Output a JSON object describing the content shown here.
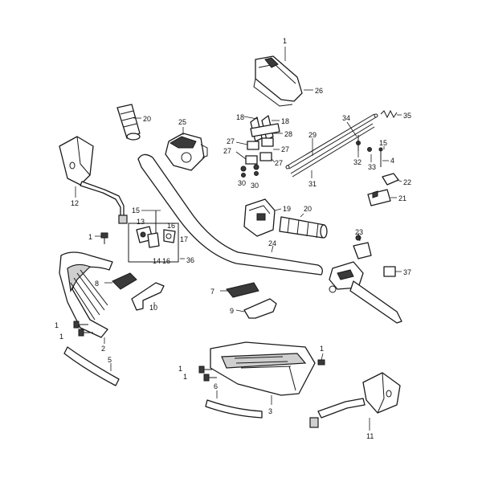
{
  "labels": {
    "l1_top": "1",
    "l26": "26",
    "l20_top": "20",
    "l25": "25",
    "l18a": "18",
    "l18b": "18",
    "l28": "28",
    "l27a": "27",
    "l27b": "27",
    "l27c": "27",
    "l27d": "27",
    "l30a": "30",
    "l30b": "30",
    "l29": "29",
    "l34": "34",
    "l35": "35",
    "l15_right": "15",
    "l4": "4",
    "l32": "32",
    "l33": "33",
    "l31": "31",
    "l22": "22",
    "l21": "21",
    "l12": "12",
    "l19": "19",
    "l20_mid": "20",
    "l15_left": "15",
    "l13": "13",
    "l16a": "16",
    "l17": "17",
    "l14": "14",
    "l16b": "16",
    "l36": "36",
    "l1_left": "1",
    "l24": "24",
    "l23": "23",
    "l37": "37",
    "l8": "8",
    "l10": "10",
    "l7": "7",
    "l9": "9",
    "l1_g1": "1",
    "l1_g2": "1",
    "l2": "2",
    "l5": "5",
    "l1_b1": "1",
    "l1_b2": "1",
    "l1_b3": "1",
    "l6": "6",
    "l3": "3",
    "l11": "11"
  }
}
